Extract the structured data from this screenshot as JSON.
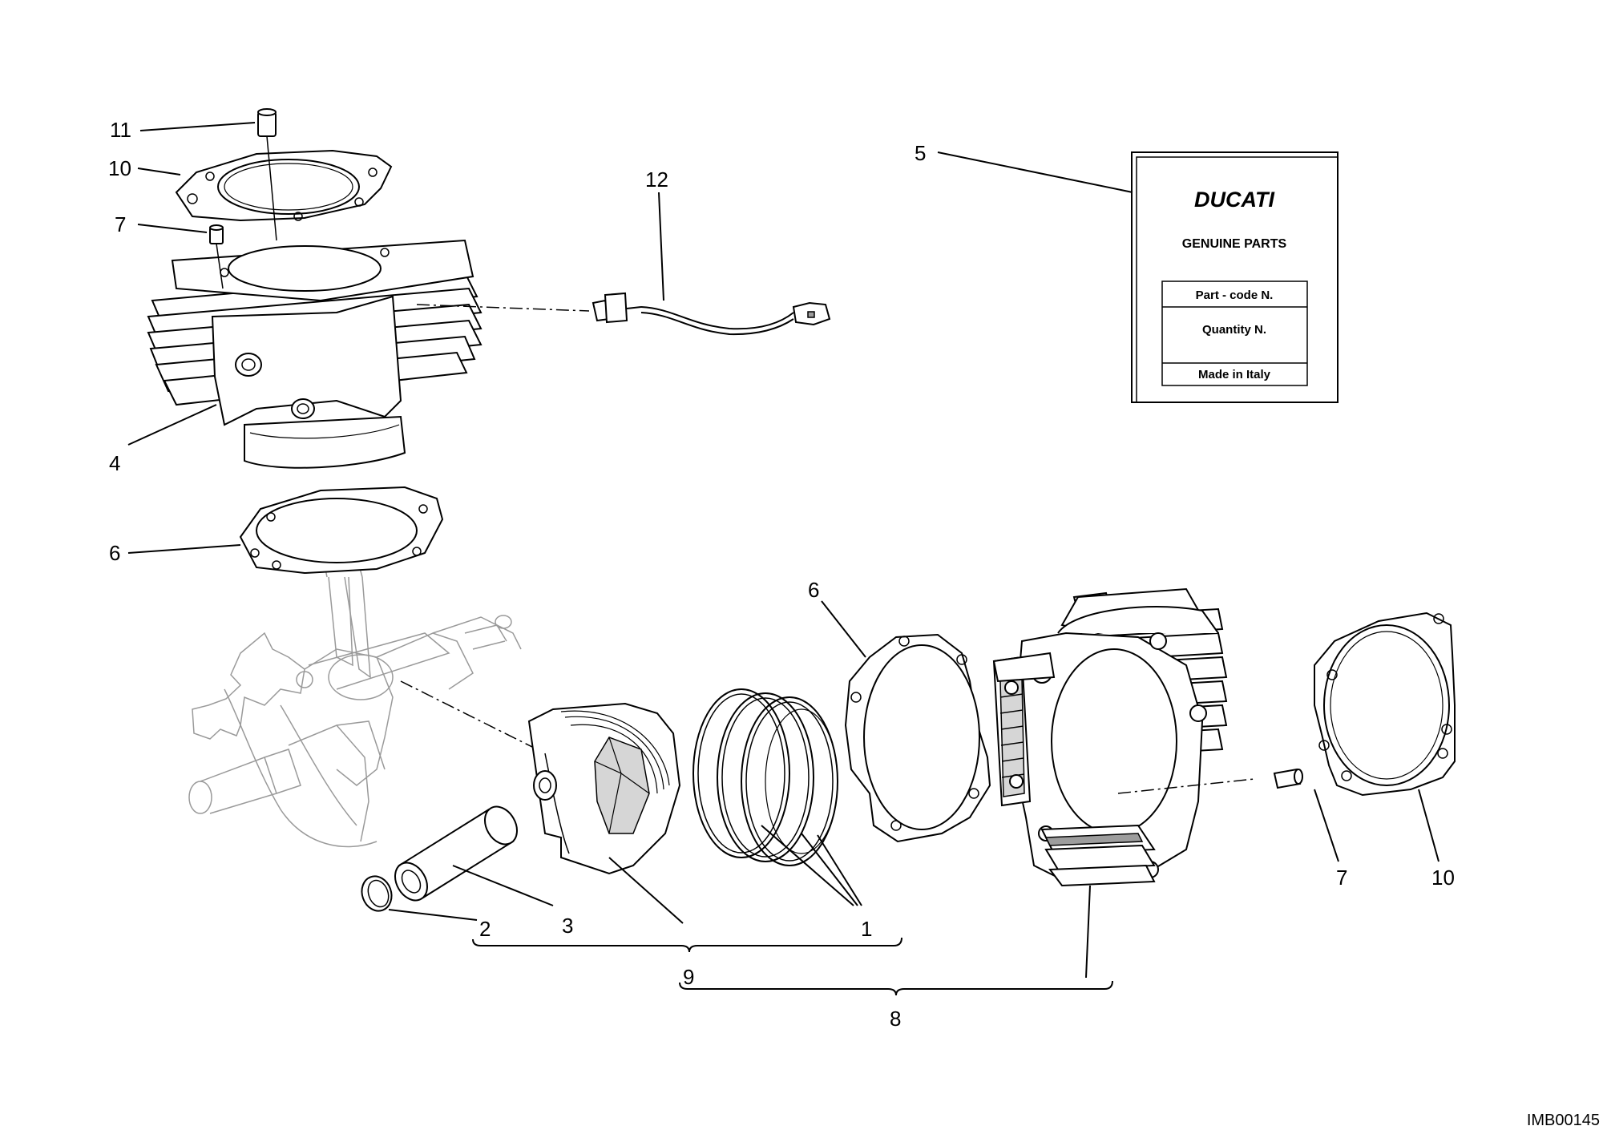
{
  "callouts": {
    "n1": "1",
    "n2": "2",
    "n3": "3",
    "n4": "4",
    "n5": "5",
    "n6a": "6",
    "n6b": "6",
    "n7a": "7",
    "n7b": "7",
    "n8": "8",
    "n9": "9",
    "n10a": "10",
    "n10b": "10",
    "n11": "11",
    "n12": "12"
  },
  "label_card": {
    "brand": "DUCATI",
    "subtitle": "GENUINE PARTS",
    "row1": "Part - code N.",
    "row2": "Quantity N.",
    "row3": "Made in Italy"
  },
  "image_code": "IMB00145"
}
